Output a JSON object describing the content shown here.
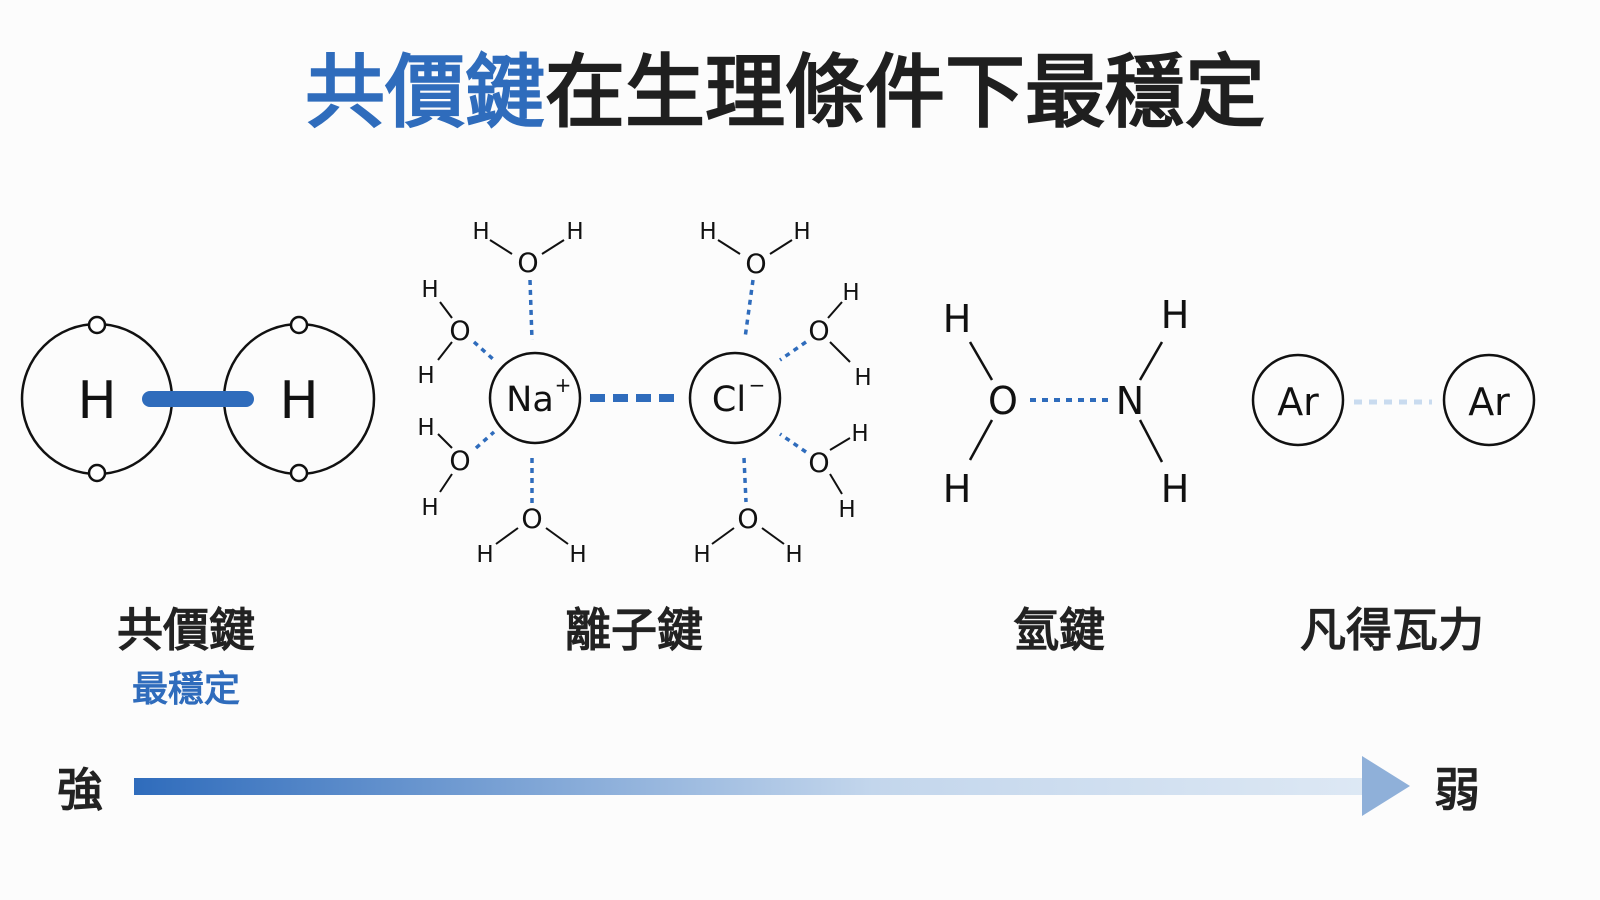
{
  "title": {
    "highlight": "共價鍵",
    "rest": "在生理條件下最穩定"
  },
  "colors": {
    "accent": "#2f6cbc",
    "text": "#222222",
    "line": "#111111",
    "light_accent": "#c9dbef"
  },
  "diagrams": {
    "covalent": {
      "atom_left": "H",
      "atom_right": "H"
    },
    "ionic": {
      "cation": "Na",
      "cation_charge": "+",
      "anion": "Cl",
      "anion_charge": "−",
      "water_o": "O",
      "water_h": "H"
    },
    "hydrogen": {
      "o": "O",
      "n": "N",
      "h": "H"
    },
    "vdw": {
      "atom_left": "Ar",
      "atom_right": "Ar"
    }
  },
  "labels": {
    "covalent": "共價鍵",
    "covalent_sub": "最穩定",
    "ionic": "離子鍵",
    "hydrogen": "氫鍵",
    "vdw": "凡得瓦力"
  },
  "axis": {
    "strong": "強",
    "weak": "弱"
  }
}
